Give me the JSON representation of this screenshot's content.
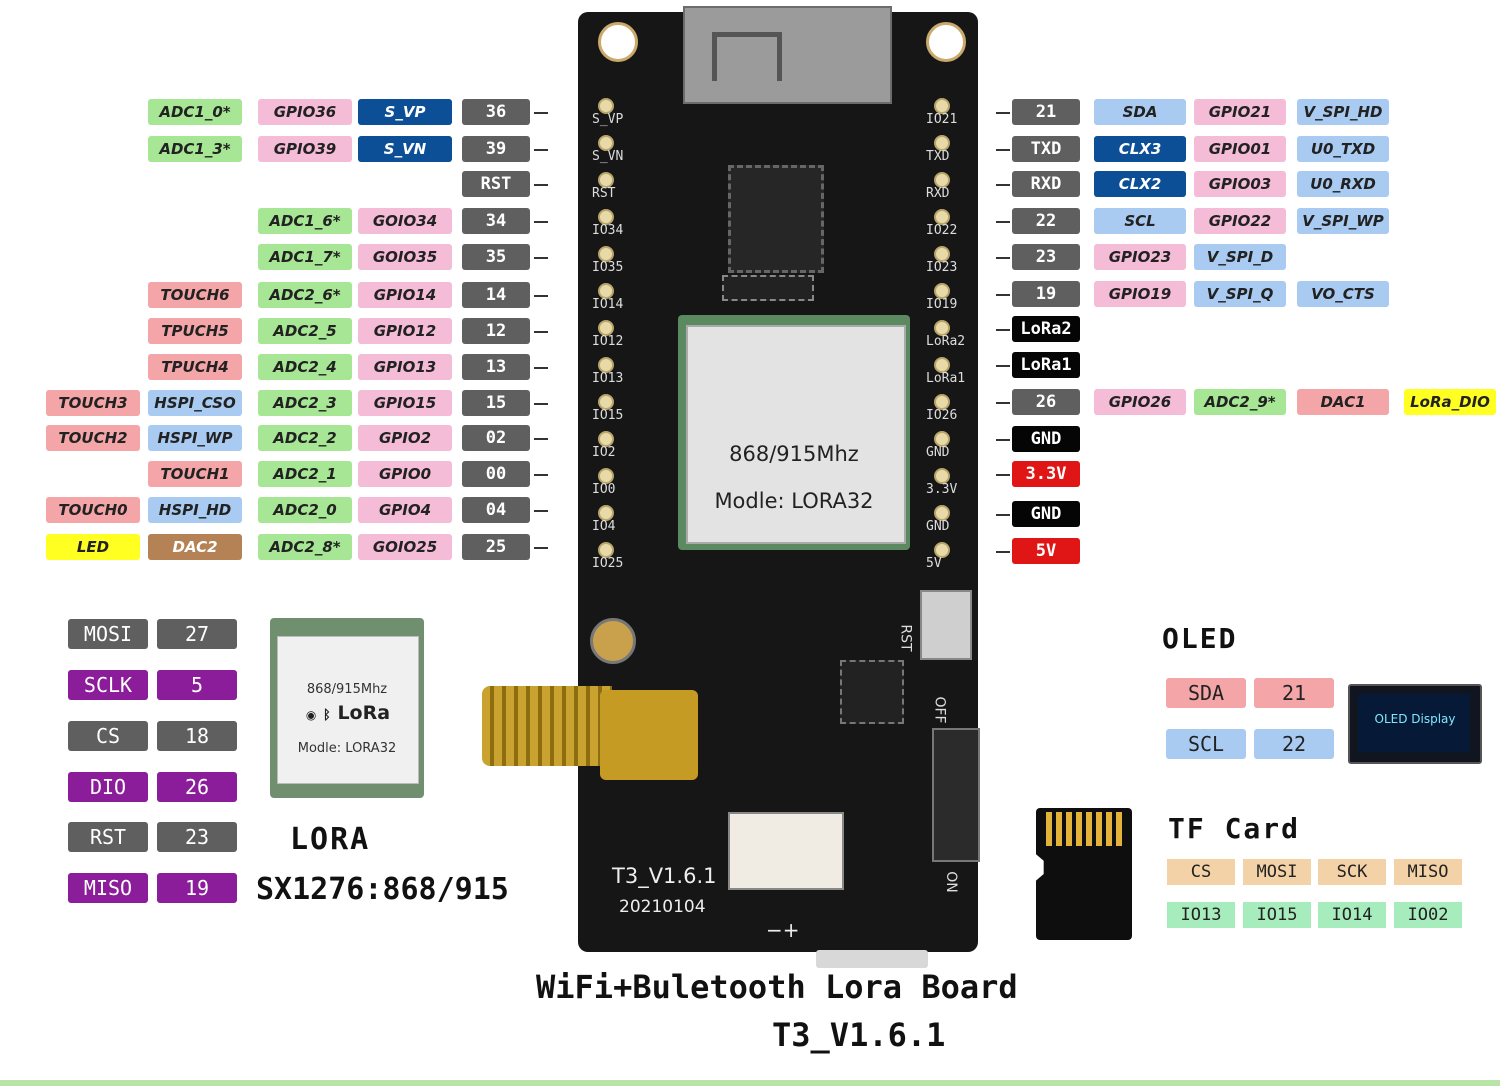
{
  "colors": {
    "gray": "#5f5f5f",
    "navy": "#0d4f96",
    "lightblue": "#a9cbf2",
    "pink": "#f5bcd8",
    "green": "#a6e694",
    "red": "#f3a5a8",
    "black": "#050505",
    "brightred": "#e01616",
    "yellow": "#ffff22",
    "brown": "#b58256",
    "purple": "#8c1d9a",
    "peach": "#f2d2a6",
    "mint": "#a6ecbc",
    "board": "#161616"
  },
  "left_rows": [
    {
      "pin": "36",
      "tags": [
        {
          "t": "S_VP",
          "c": "navy"
        },
        {
          "t": "GPIO36",
          "c": "pink"
        },
        {
          "t": "ADC1_0*",
          "c": "green"
        }
      ]
    },
    {
      "pin": "39",
      "tags": [
        {
          "t": "S_VN",
          "c": "navy"
        },
        {
          "t": "GPIO39",
          "c": "pink"
        },
        {
          "t": "ADC1_3*",
          "c": "green"
        }
      ]
    },
    {
      "pin": "RST",
      "tags": []
    },
    {
      "pin": "34",
      "tags": [
        {
          "t": "GOIO34",
          "c": "pink"
        },
        {
          "t": "ADC1_6*",
          "c": "green"
        }
      ]
    },
    {
      "pin": "35",
      "tags": [
        {
          "t": "GOIO35",
          "c": "pink"
        },
        {
          "t": "ADC1_7*",
          "c": "green"
        }
      ]
    },
    {
      "pin": "14",
      "tags": [
        {
          "t": "GPIO14",
          "c": "pink"
        },
        {
          "t": "ADC2_6*",
          "c": "green"
        },
        {
          "t": "TOUCH6",
          "c": "red"
        }
      ]
    },
    {
      "pin": "12",
      "tags": [
        {
          "t": "GPIO12",
          "c": "pink"
        },
        {
          "t": "ADC2_5",
          "c": "green"
        },
        {
          "t": "TPUCH5",
          "c": "red"
        }
      ]
    },
    {
      "pin": "13",
      "tags": [
        {
          "t": "GPIO13",
          "c": "pink"
        },
        {
          "t": "ADC2_4",
          "c": "green"
        },
        {
          "t": "TPUCH4",
          "c": "red"
        }
      ]
    },
    {
      "pin": "15",
      "tags": [
        {
          "t": "GPIO15",
          "c": "pink"
        },
        {
          "t": "ADC2_3",
          "c": "green"
        },
        {
          "t": "HSPI_CSO",
          "c": "lightblue"
        },
        {
          "t": "TOUCH3",
          "c": "red"
        }
      ]
    },
    {
      "pin": "02",
      "tags": [
        {
          "t": "GPIO2",
          "c": "pink"
        },
        {
          "t": "ADC2_2",
          "c": "green"
        },
        {
          "t": "HSPI_WP",
          "c": "lightblue"
        },
        {
          "t": "TOUCH2",
          "c": "red"
        }
      ]
    },
    {
      "pin": "00",
      "tags": [
        {
          "t": "GPIO0",
          "c": "pink"
        },
        {
          "t": "ADC2_1",
          "c": "green"
        },
        {
          "t": "TOUCH1",
          "c": "red"
        }
      ]
    },
    {
      "pin": "04",
      "tags": [
        {
          "t": "GPIO4",
          "c": "pink"
        },
        {
          "t": "ADC2_0",
          "c": "green"
        },
        {
          "t": "HSPI_HD",
          "c": "lightblue"
        },
        {
          "t": "TOUCH0",
          "c": "red"
        }
      ]
    },
    {
      "pin": "25",
      "tags": [
        {
          "t": "GOIO25",
          "c": "pink"
        },
        {
          "t": "ADC2_8*",
          "c": "green"
        },
        {
          "t": "DAC2",
          "c": "brown"
        },
        {
          "t": "LED",
          "c": "yellow"
        }
      ]
    }
  ],
  "right_rows": [
    {
      "pin": "21",
      "pc": "gray",
      "tags": [
        {
          "t": "SDA",
          "c": "lightblue"
        },
        {
          "t": "GPIO21",
          "c": "pink"
        },
        {
          "t": "V_SPI_HD",
          "c": "lightblue"
        }
      ]
    },
    {
      "pin": "TXD",
      "pc": "gray",
      "tags": [
        {
          "t": "CLX3",
          "c": "navy"
        },
        {
          "t": "GPIO01",
          "c": "pink"
        },
        {
          "t": "U0_TXD",
          "c": "lightblue"
        }
      ]
    },
    {
      "pin": "RXD",
      "pc": "gray",
      "tags": [
        {
          "t": "CLX2",
          "c": "navy"
        },
        {
          "t": "GPIO03",
          "c": "pink"
        },
        {
          "t": "U0_RXD",
          "c": "lightblue"
        }
      ]
    },
    {
      "pin": "22",
      "pc": "gray",
      "tags": [
        {
          "t": "SCL",
          "c": "lightblue"
        },
        {
          "t": "GPIO22",
          "c": "pink"
        },
        {
          "t": "V_SPI_WP",
          "c": "lightblue"
        }
      ]
    },
    {
      "pin": "23",
      "pc": "gray",
      "tags": [
        {
          "t": "GPIO23",
          "c": "pink"
        },
        {
          "t": "V_SPI_D",
          "c": "lightblue"
        }
      ]
    },
    {
      "pin": "19",
      "pc": "gray",
      "tags": [
        {
          "t": "GPIO19",
          "c": "pink"
        },
        {
          "t": "V_SPI_Q",
          "c": "lightblue"
        },
        {
          "t": "VO_CTS",
          "c": "lightblue"
        }
      ]
    },
    {
      "pin": "LoRa2",
      "pc": "black",
      "tags": []
    },
    {
      "pin": "LoRa1",
      "pc": "black",
      "tags": []
    },
    {
      "pin": "26",
      "pc": "gray",
      "tags": [
        {
          "t": "GPIO26",
          "c": "pink"
        },
        {
          "t": "ADC2_9*",
          "c": "green"
        },
        {
          "t": "DAC1",
          "c": "red"
        },
        {
          "t": "LoRa_DIO",
          "c": "yellow"
        }
      ]
    },
    {
      "pin": "GND",
      "pc": "black",
      "tags": []
    },
    {
      "pin": "3.3V",
      "pc": "brightred",
      "tags": []
    },
    {
      "pin": "GND",
      "pc": "black",
      "tags": []
    },
    {
      "pin": "5V",
      "pc": "brightred",
      "tags": []
    }
  ],
  "board_left_pins": [
    "S_VP",
    "S_VN",
    "RST",
    "IO34",
    "IO35",
    "IO14",
    "IO12",
    "IO13",
    "IO15",
    "IO2",
    "IO0",
    "IO4",
    "IO25"
  ],
  "board_right_pins": [
    "IO21",
    "TXD",
    "RXD",
    "IO22",
    "IO23",
    "IO19",
    "LoRa2",
    "LoRa1",
    "IO26",
    "GND",
    "3.3V",
    "GND",
    "5V"
  ],
  "module": {
    "freq": "868/915Mhz",
    "model": "Modle: LORA32"
  },
  "board_labels": {
    "version": "T3_V1.6.1",
    "date": "20210104",
    "rst": "RST",
    "off": "OFF",
    "on": "ON",
    "polarity": "−+"
  },
  "lora_pins": [
    {
      "name": "MOSI",
      "pin": "27",
      "c": "gray"
    },
    {
      "name": "SCLK",
      "pin": "5",
      "c": "purple"
    },
    {
      "name": "CS",
      "pin": "18",
      "c": "gray"
    },
    {
      "name": "DIO",
      "pin": "26",
      "c": "purple"
    },
    {
      "name": "RST",
      "pin": "23",
      "c": "gray"
    },
    {
      "name": "MISO",
      "pin": "19",
      "c": "purple"
    }
  ],
  "lora_chip": {
    "freq": "868/915Mhz",
    "brand": "LoRa",
    "model": "Modle: LORA32"
  },
  "lora_title": "LORA",
  "lora_subtitle": "SX1276:868/915",
  "oled": {
    "title": "OLED",
    "rows": [
      {
        "name": "SDA",
        "pin": "21",
        "c": "red"
      },
      {
        "name": "SCL",
        "pin": "22",
        "c": "lightblue"
      }
    ],
    "display_label": "OLED Display"
  },
  "tf": {
    "title": "TF Card",
    "names": [
      "CS",
      "MOSI",
      "SCK",
      "MISO"
    ],
    "pins": [
      "IO13",
      "IO15",
      "IO14",
      "IO02"
    ]
  },
  "footer": {
    "line1": "WiFi+Buletooth Lora Board",
    "line2": "T3_V1.6.1"
  }
}
